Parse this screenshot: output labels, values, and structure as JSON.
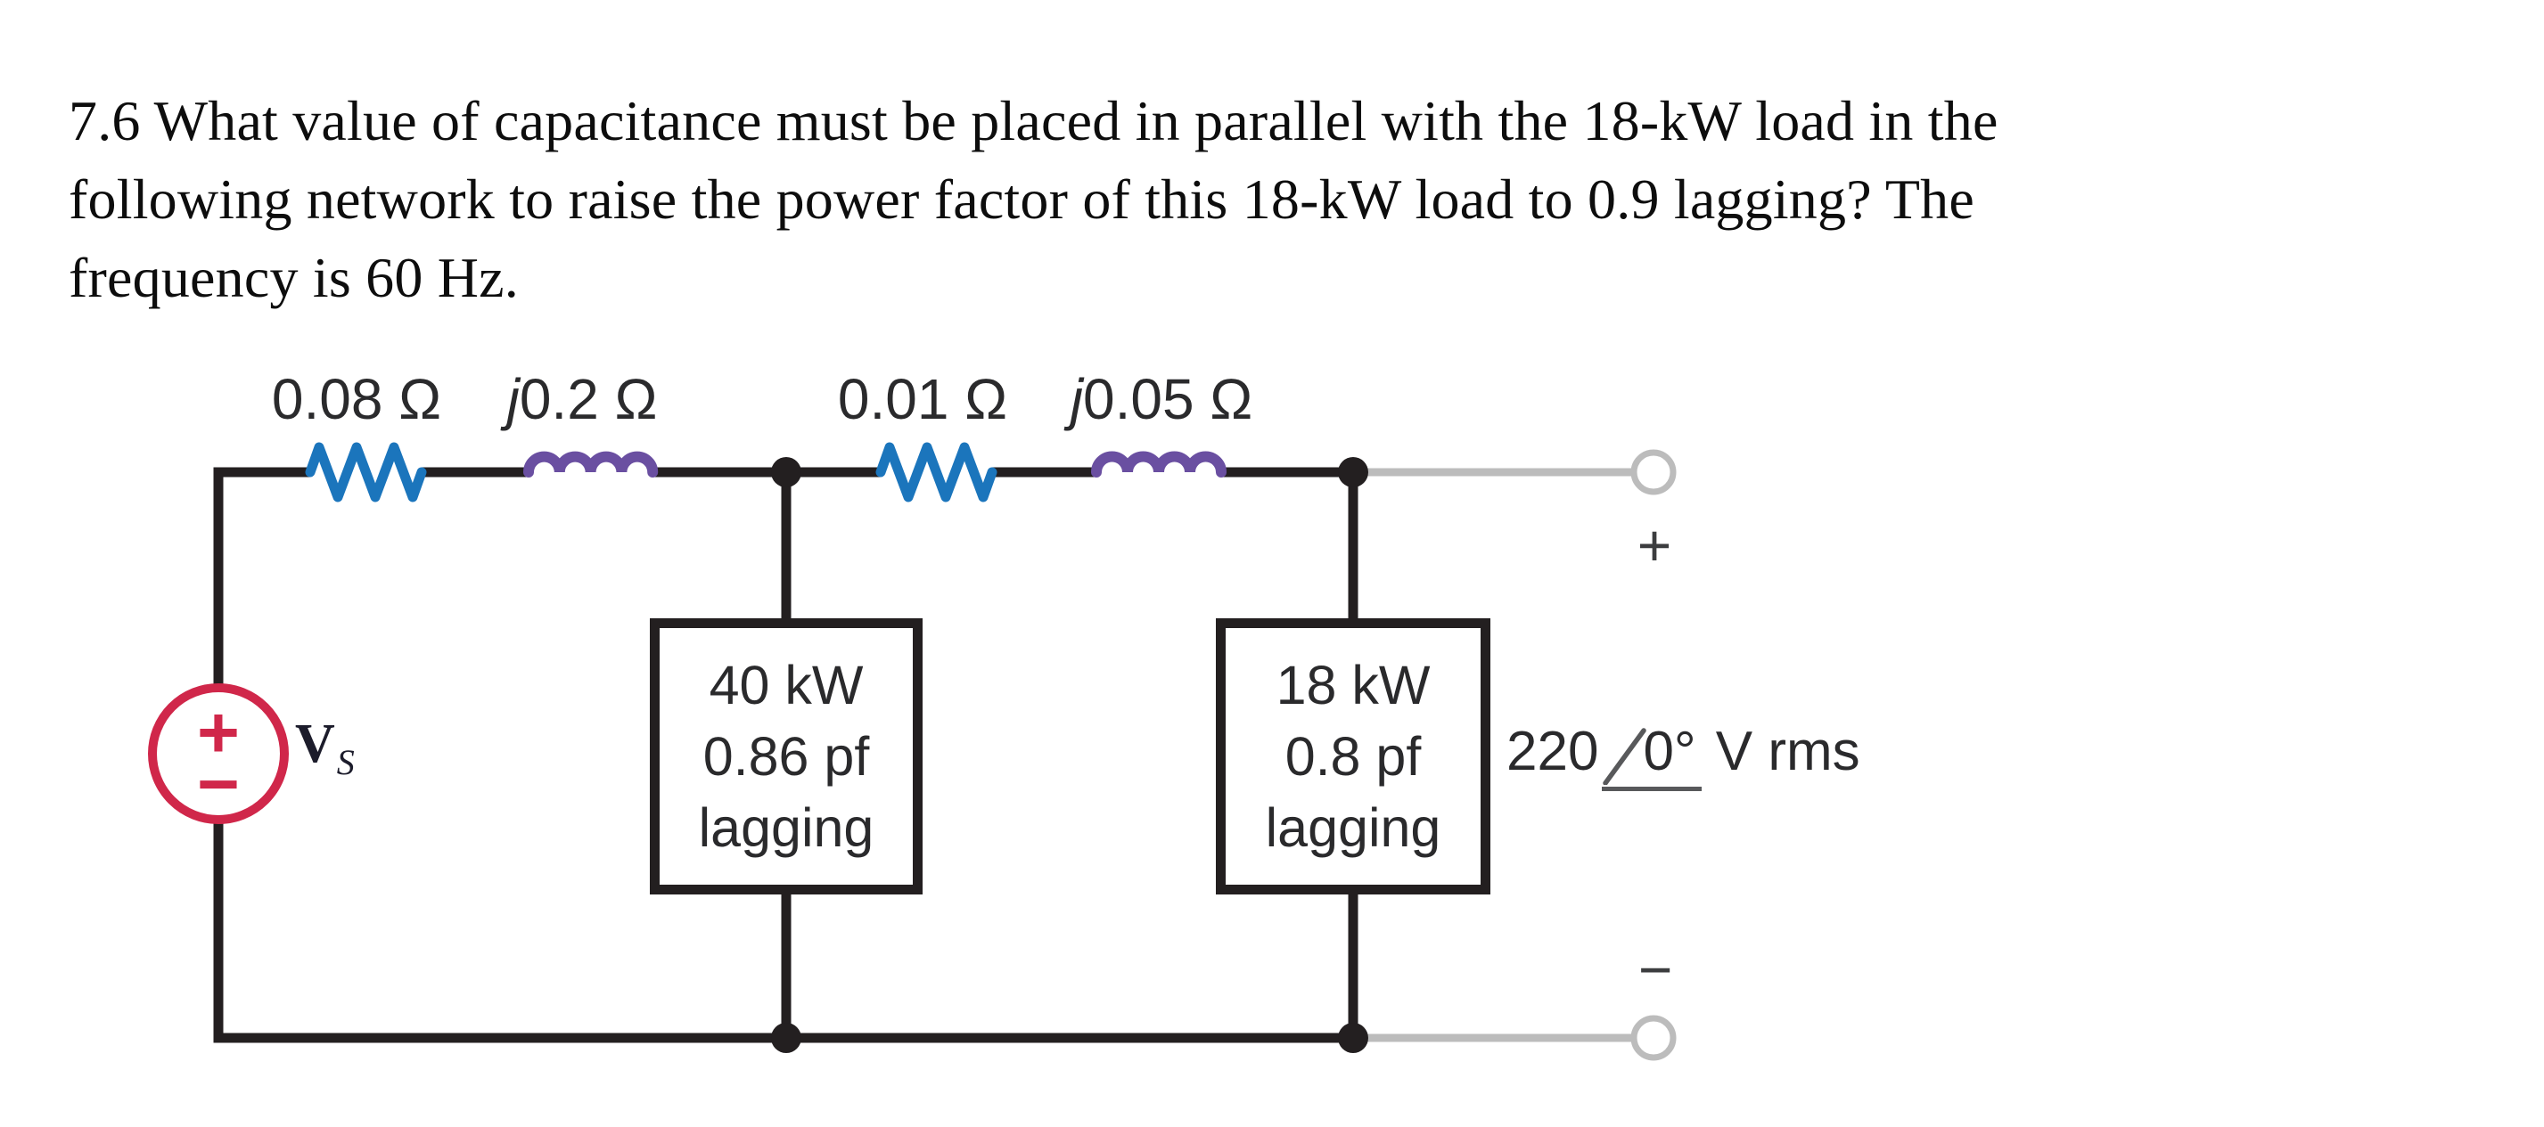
{
  "problem": {
    "lines": [
      "7.6 What value of capacitance must be placed in parallel with the 18-kW load in the",
      "following network to raise the power factor of this 18-kW load to 0.9 lagging? The",
      "frequency is 60 Hz."
    ]
  },
  "circuit": {
    "impedances": [
      {
        "type": "resistor",
        "j": "",
        "value": "0.08 Ω"
      },
      {
        "type": "inductor",
        "j": "j",
        "value": "0.2 Ω"
      },
      {
        "type": "resistor",
        "j": "",
        "value": "0.01 Ω"
      },
      {
        "type": "inductor",
        "j": "j",
        "value": "0.05 Ω"
      }
    ],
    "source": {
      "name": "V",
      "subscript": "S",
      "plus": "+",
      "minus": "−"
    },
    "loads": [
      {
        "power": "40 kW",
        "pf": "0.86 pf",
        "mode": "lagging"
      },
      {
        "power": "18 kW",
        "pf": "0.8 pf",
        "mode": "lagging"
      }
    ],
    "output": {
      "magnitude": "220",
      "angle": "0°",
      "unit": "V rms",
      "plus": "+",
      "minus": "−"
    },
    "colors": {
      "wire": "#231f20",
      "resistor": "#1b75bc",
      "inductor": "#6a4fa1",
      "source": "#d0274a",
      "terminal": "#bcbcbc"
    }
  }
}
